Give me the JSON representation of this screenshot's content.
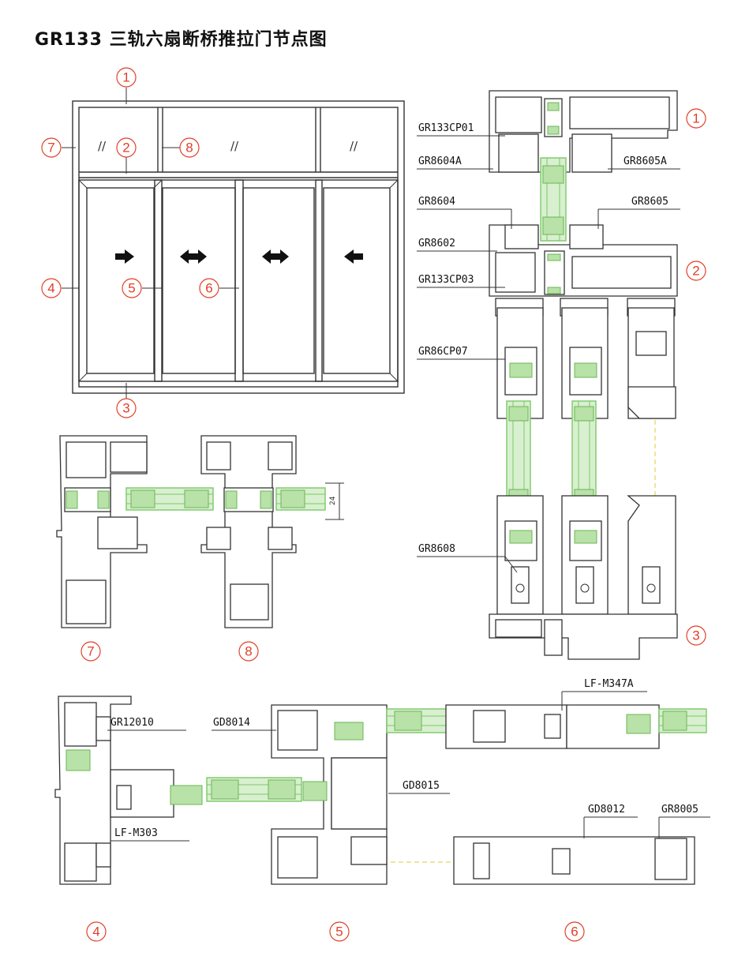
{
  "title": "GR133 三轨六扇断桥推拉门节点图",
  "colors": {
    "marker": "#e0402a",
    "glass": "#7cc86a",
    "line": "#333333"
  },
  "elevation": {
    "markers": [
      "1",
      "2",
      "3",
      "4",
      "5",
      "6",
      "7",
      "8"
    ],
    "glass_marks": [
      "//",
      "//",
      "//"
    ]
  },
  "section_right": {
    "labels": [
      "GR133CP01",
      "GR8604A",
      "GR8605A",
      "GR8604",
      "GR8605",
      "GR8602",
      "GR133CP03",
      "GR86CP07",
      "GR8608"
    ],
    "markers": [
      "1",
      "2",
      "3"
    ]
  },
  "section_mid": {
    "dimension": "24",
    "markers": [
      "7",
      "8"
    ]
  },
  "section_bottom": {
    "labels": [
      "GR12010",
      "GD8014",
      "LF-M347A",
      "GD8015",
      "LF-M303",
      "GD8012",
      "GR8005"
    ],
    "markers": [
      "4",
      "5",
      "6"
    ]
  }
}
